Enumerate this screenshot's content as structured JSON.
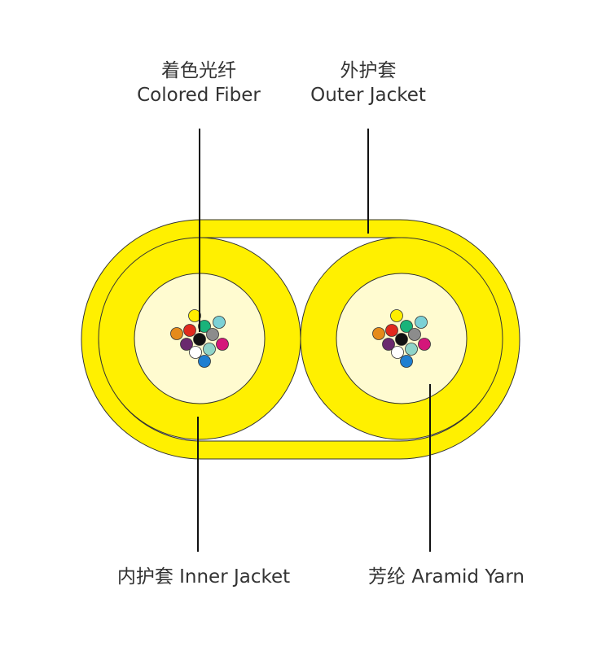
{
  "labels": {
    "colored_fiber": {
      "zh": "着色光纤",
      "en": "Colored Fiber"
    },
    "outer_jacket": {
      "zh": "外护套",
      "en": "Outer Jacket"
    },
    "inner_jacket": {
      "text": "内护套 Inner Jacket"
    },
    "aramid_yarn": {
      "text": "芳纶 Aramid Yarn"
    }
  },
  "colors": {
    "jacket_yellow": "#fff000",
    "yarn_cream": "#fffbd0",
    "outline": "#333333"
  },
  "fiber_colors": [
    "#ffee00",
    "#19b37a",
    "#7cd1d6",
    "#e58a1b",
    "#e02a1e",
    "#111111",
    "#8c8c8c",
    "#6a2a6e",
    "#8fd4c8",
    "#d4167a",
    "#ffffff",
    "#1f7fd1"
  ]
}
